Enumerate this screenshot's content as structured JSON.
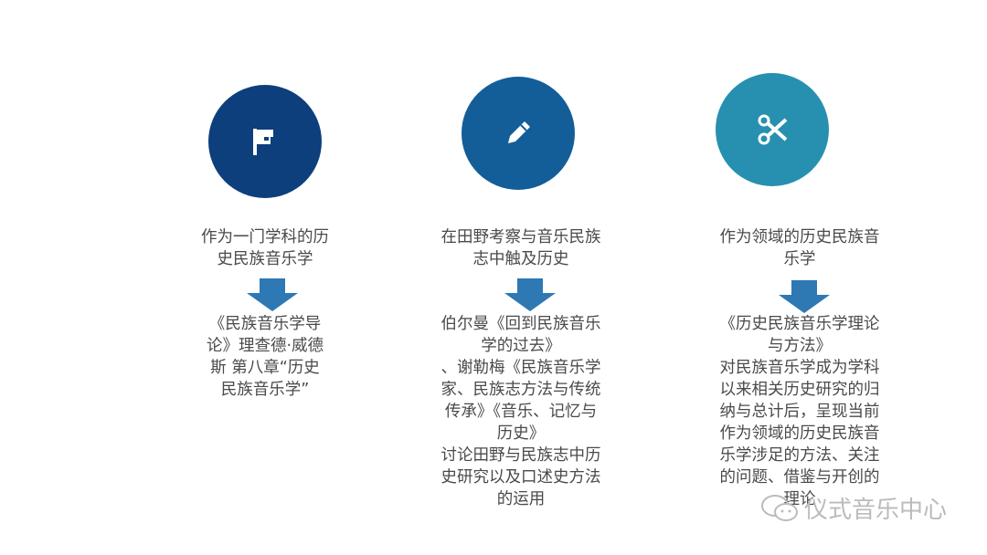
{
  "colors": {
    "c1": "#0d3f7d",
    "c2": "#135e98",
    "c3": "#2790b0",
    "arrow": "#2e78b4"
  },
  "columns": [
    {
      "icon": "flag-icon",
      "title": [
        "作为一门学科的历",
        "史民族音乐学"
      ],
      "body": [
        "《民族音乐学导",
        "论》理查德·威德",
        "斯 第八章“历史",
        "民族音乐学”"
      ]
    },
    {
      "icon": "pencil-icon",
      "title": [
        "在田野考察与音乐民族",
        "志中触及历史"
      ],
      "body": [
        "伯尔曼《回到民族音乐",
        "学的过去》",
        "、谢勒梅《民族音乐学",
        "家、民族志方法与传统",
        "传承》《音乐、记忆与",
        "历史》",
        "讨论田野与民族志中历",
        "史研究以及口述史方法",
        "的运用"
      ]
    },
    {
      "icon": "scissors-icon",
      "title": [
        "作为领域的历史民族音",
        "乐学"
      ],
      "body": [
        "《历史民族音乐学理论",
        "与方法》",
        "对民族音乐学成为学科",
        "以来相关历史研究的归",
        "纳与总计后，呈现当前",
        "作为领域的历史民族音",
        "乐学涉足的方法、关注",
        "的问题、借鉴与开创的",
        "理论"
      ]
    }
  ],
  "watermark": "仪式音乐中心"
}
